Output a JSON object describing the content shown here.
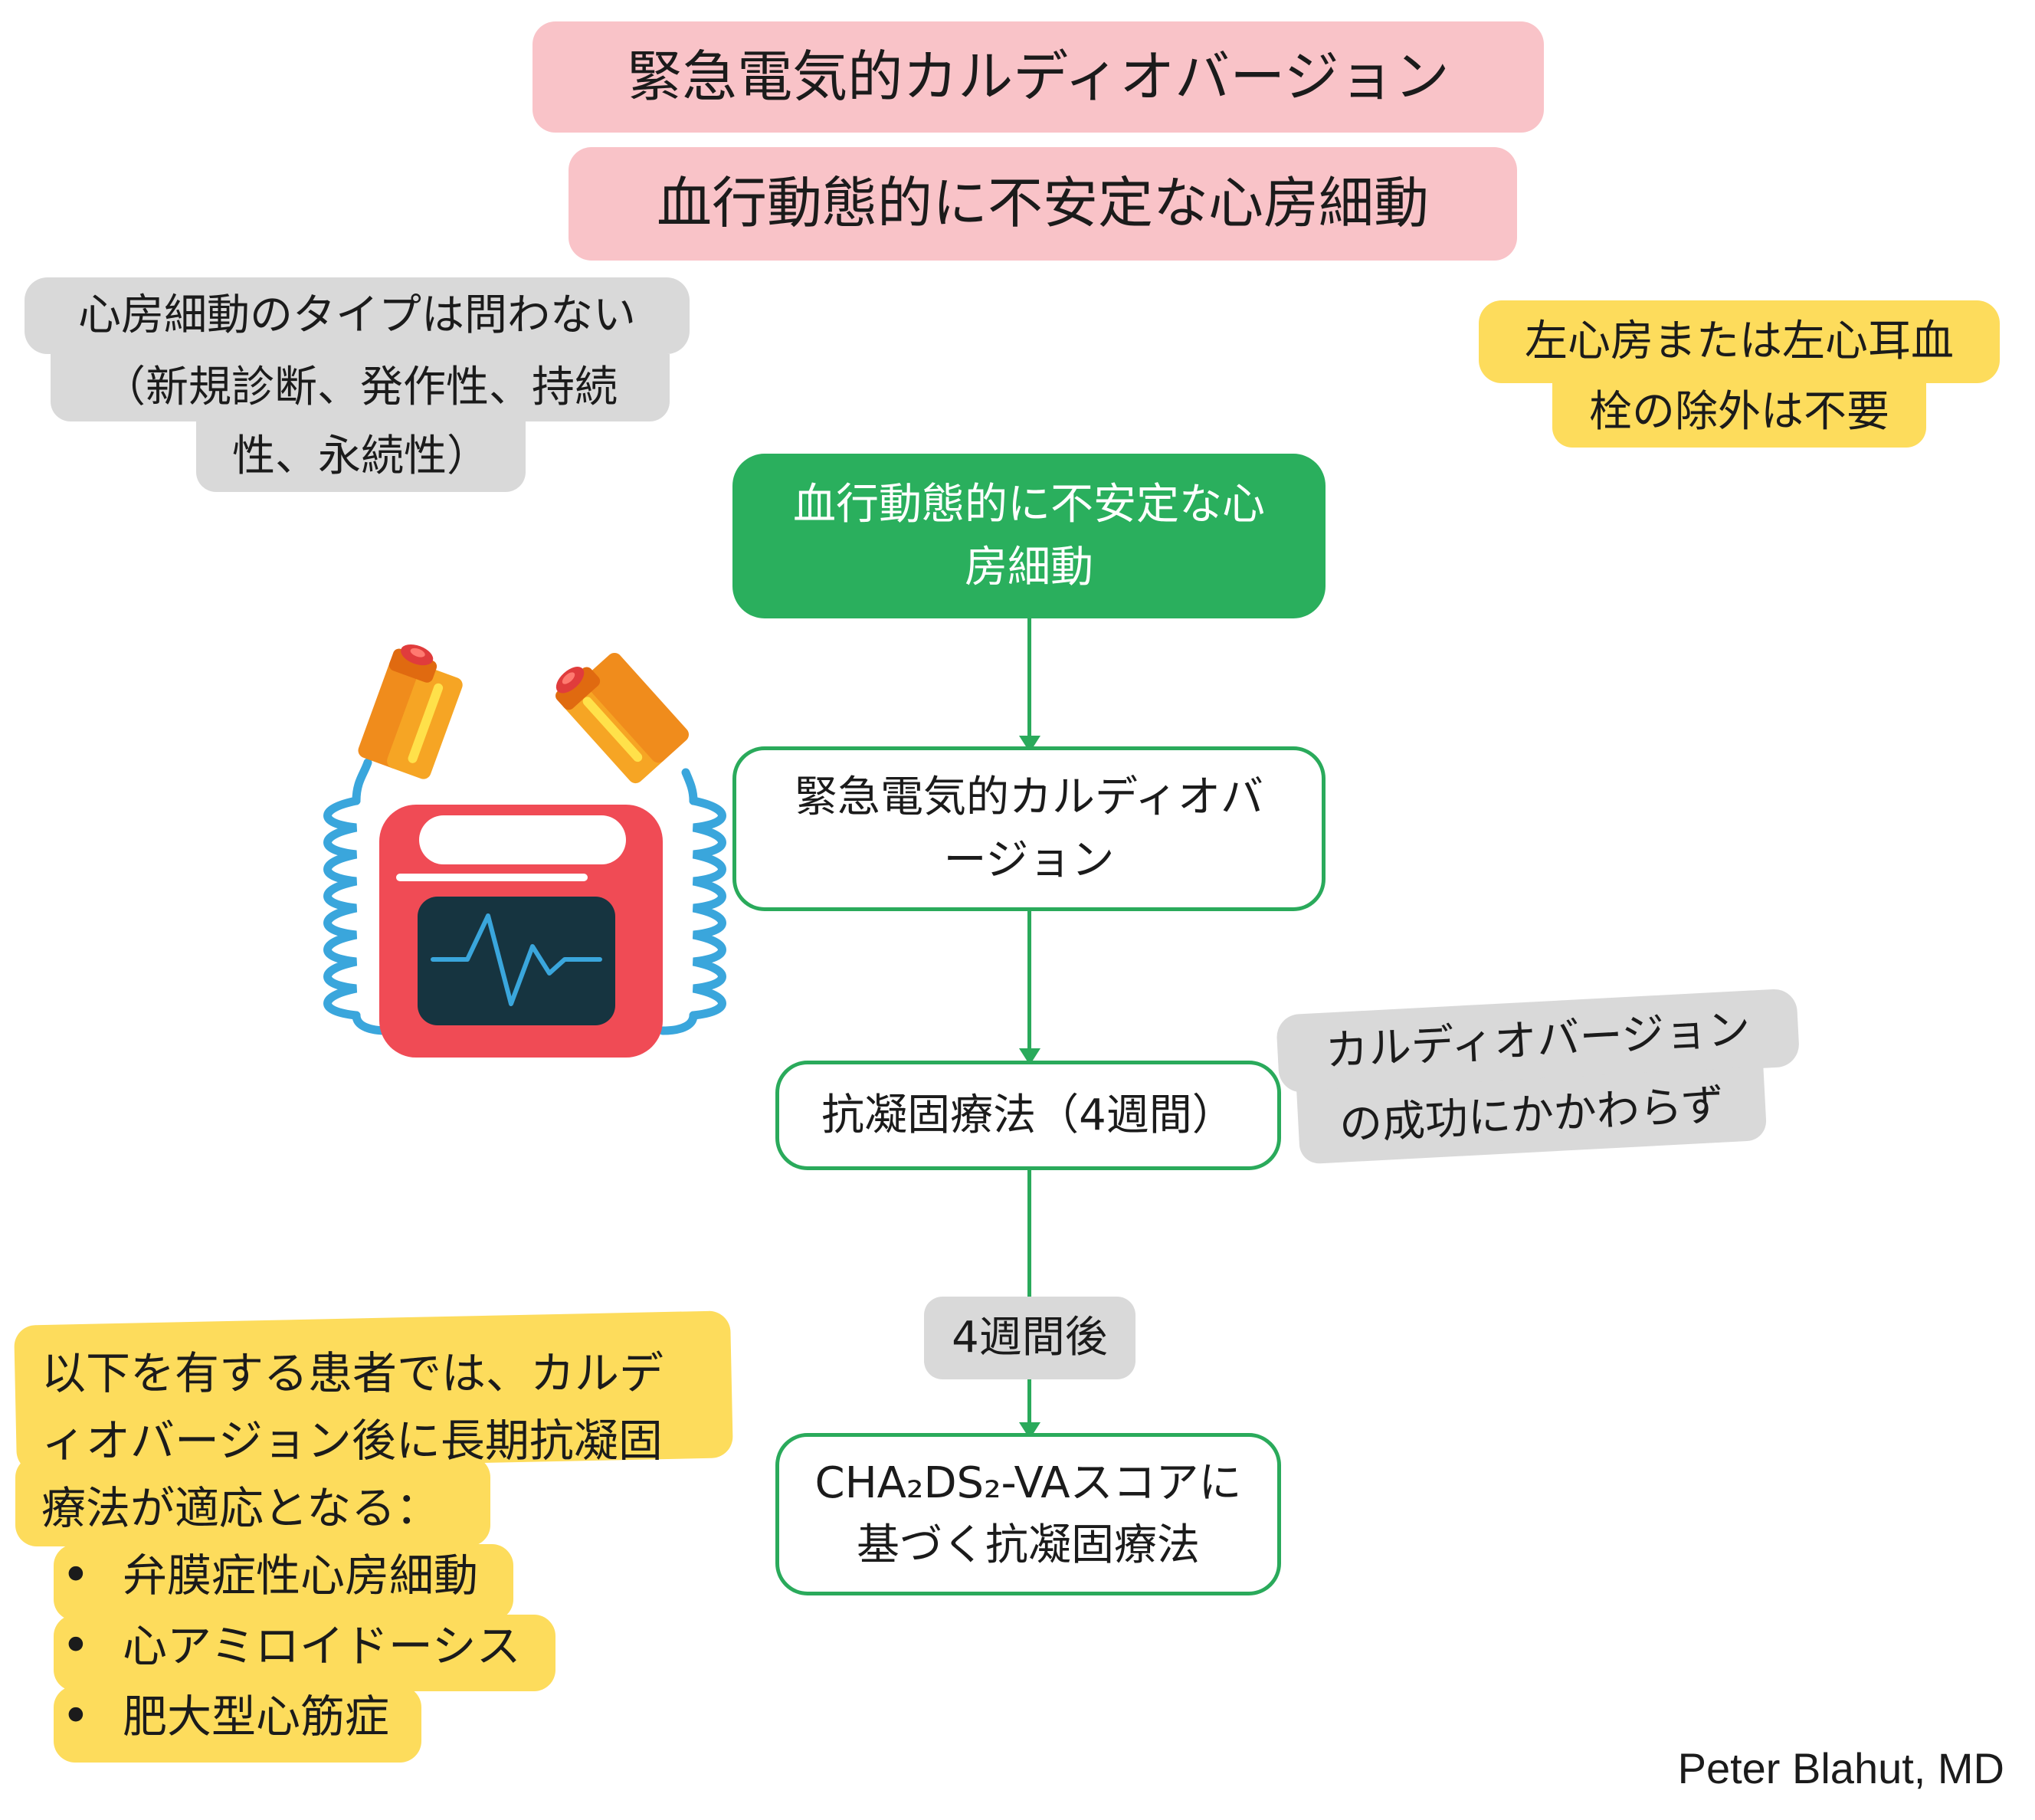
{
  "header": {
    "title_line1": "緊急電気的カルディオバージョン",
    "title_line2": "血行動態的に不安定な心房細動"
  },
  "notes": {
    "af_type_line1": "心房細動のタイプは問わない",
    "af_type_line2": "（新規診断、発作性、持続",
    "af_type_line3": "性、永続性）",
    "thrombus_line1": "左心房または左心耳血",
    "thrombus_line2": "栓の除外は不要",
    "regardless_line1": "カルディオバージョン",
    "regardless_line2": "の成功にかかわらず",
    "after_4_weeks": "4週間後"
  },
  "flow": {
    "node1_line1": "血行動態的に不安定な心",
    "node1_line2": "房細動",
    "node2_line1": "緊急電気的カルディオバ",
    "node2_line2": "ージョン",
    "node3": "抗凝固療法（4週間）",
    "node4_line1": "CHA₂DS₂-VAスコアに",
    "node4_line2": "基づく抗凝固療法"
  },
  "conditions": {
    "intro_line1": "以下を有する患者では、カルデ",
    "intro_line2": "ィオバージョン後に長期抗凝固",
    "intro_line3": "療法が適応となる：",
    "items": [
      "弁膜症性心房細動",
      "心アミロイドーシス",
      "肥大型心筋症"
    ]
  },
  "author": "Peter Blahut, MD",
  "icon": "defibrillator-icon",
  "colors": {
    "green": "#2aaf5d",
    "pink": "#f9c3c8",
    "gray": "#d9d9d9",
    "yellow": "#fddc5c",
    "device_red": "#f04b55",
    "screen": "#163440",
    "cable": "#3aa6dc",
    "paddle": "#f6a524"
  }
}
